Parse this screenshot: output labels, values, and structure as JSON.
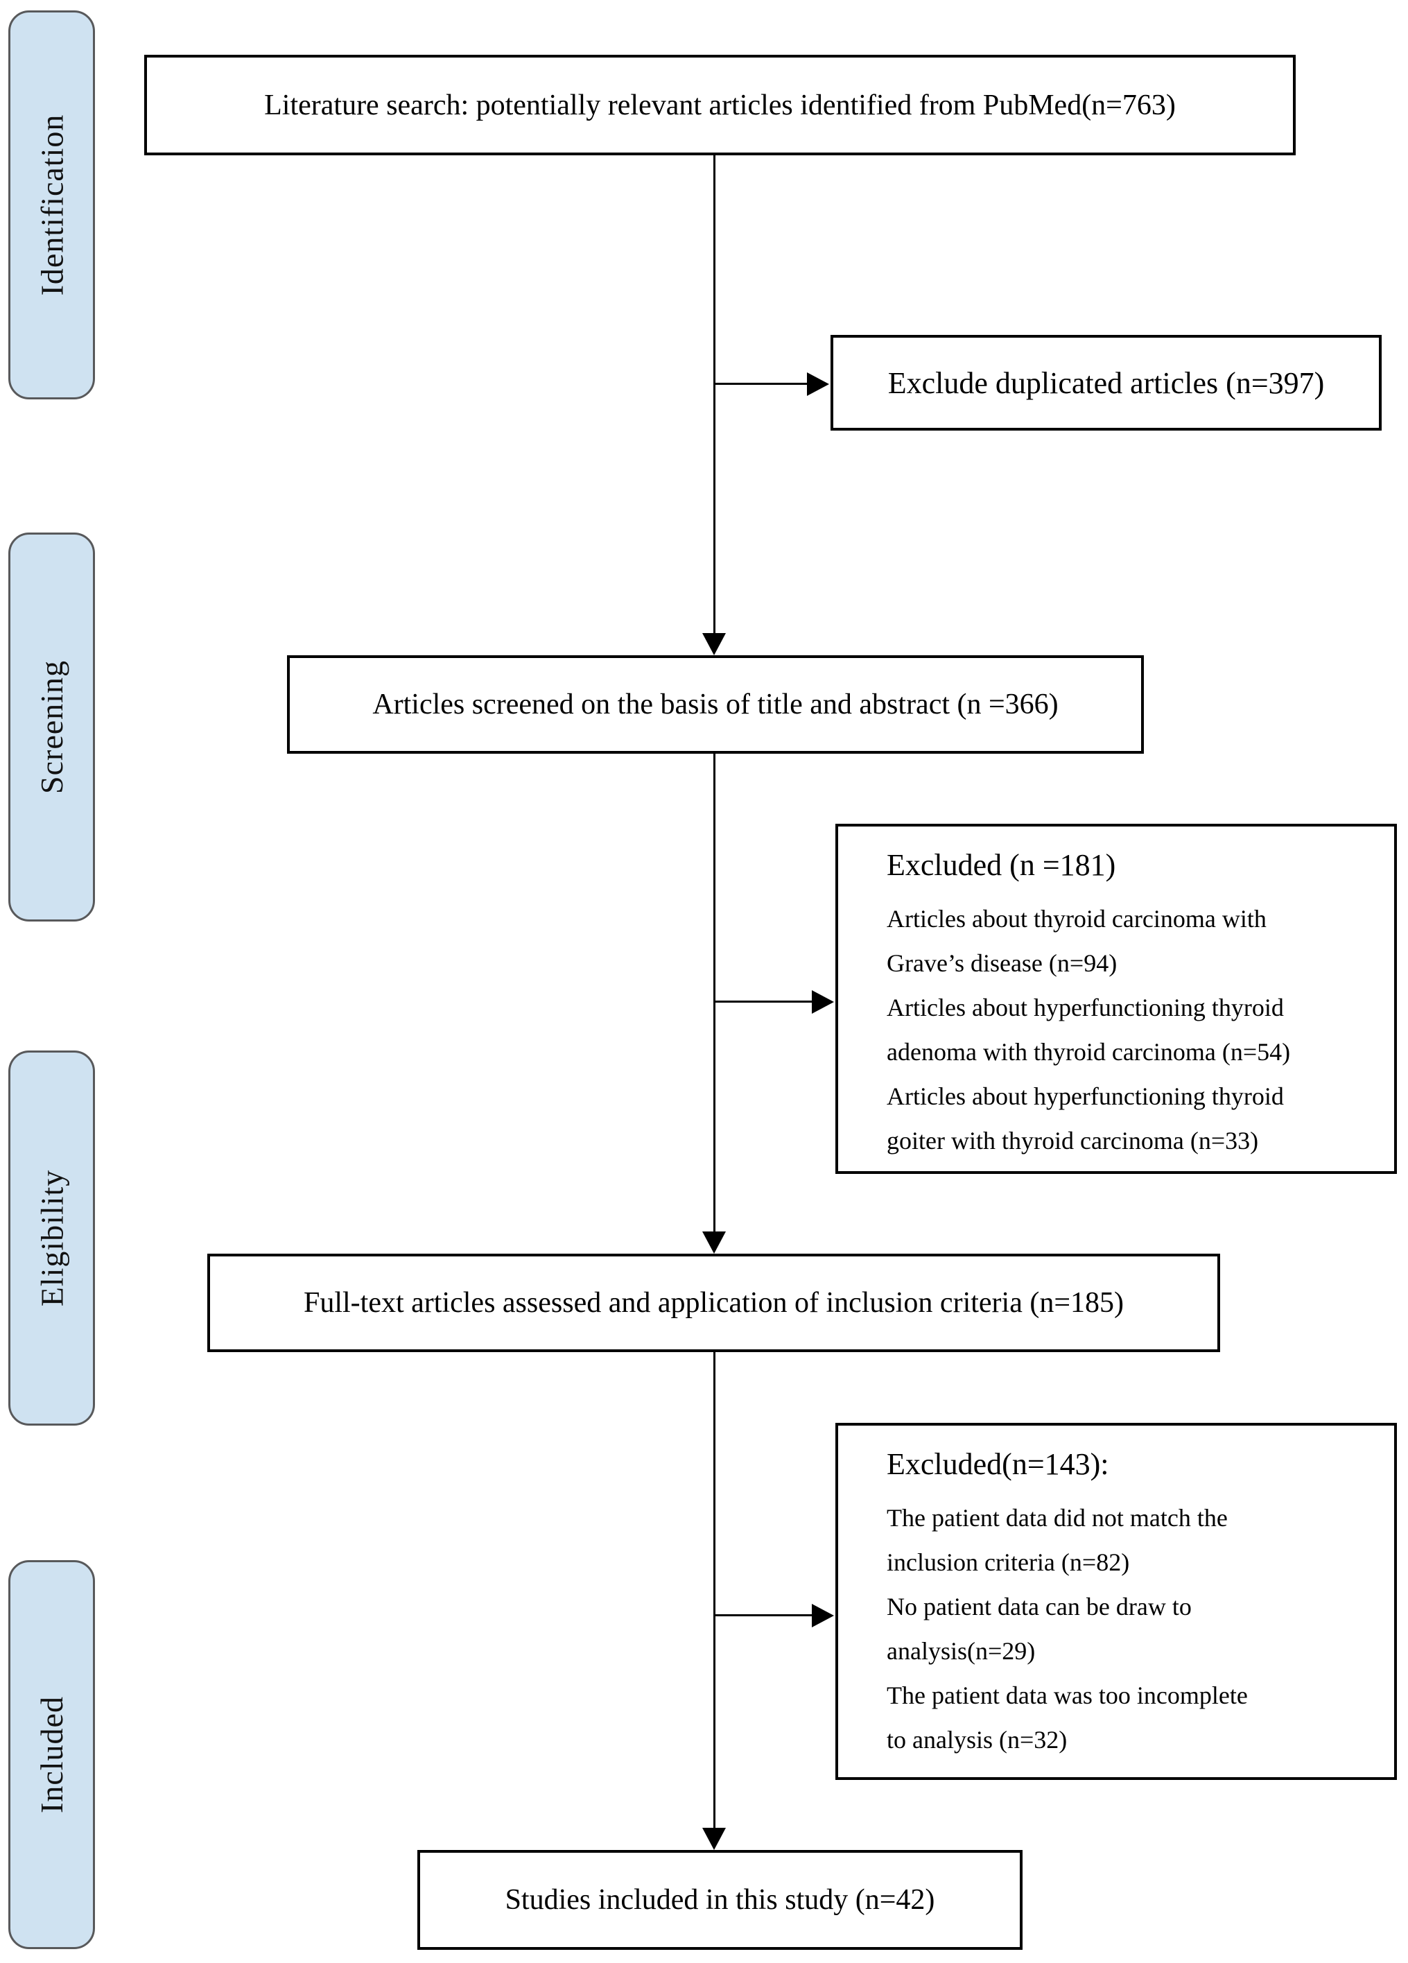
{
  "figure": {
    "type": "prisma-flow-diagram",
    "stages": [
      {
        "label": "Identification"
      },
      {
        "label": "Screening"
      },
      {
        "label": "Eligibility"
      },
      {
        "label": "Included"
      }
    ],
    "boxes": {
      "literature_search": "Literature search: potentially relevant articles identified from PubMed(n=763)",
      "exclude_duplicates": "Exclude duplicated articles (n=397)",
      "screened": "Articles screened on the basis of title and abstract (n =366)",
      "excluded_screening": {
        "title": "Excluded (n =181)",
        "items": [
          "Articles about thyroid carcinoma with\nGrave’s disease (n=94)",
          "Articles about hyperfunctioning thyroid\nadenoma with thyroid carcinoma (n=54)",
          "Articles about hyperfunctioning thyroid\ngoiter with thyroid carcinoma (n=33)"
        ]
      },
      "full_text": "Full-text articles assessed and application of inclusion criteria (n=185)",
      "excluded_fulltext": {
        "title": "Excluded(n=143):",
        "items": [
          "The patient data did not match the\ninclusion criteria (n=82)",
          "No patient data can be draw to\nanalysis(n=29)",
          "The patient data was too incomplete\nto analysis (n=32)"
        ]
      },
      "included_studies": "Studies included in this study (n=42)"
    },
    "counts": {
      "identified": 763,
      "duplicates_excluded": 397,
      "screened": 366,
      "excluded_screening_total": 181,
      "excluded_graves": 94,
      "excluded_adenoma": 54,
      "excluded_goiter": 33,
      "full_text_assessed": 185,
      "excluded_fulltext_total": 143,
      "excluded_no_match": 82,
      "excluded_no_data": 29,
      "excluded_incomplete": 32,
      "included": 42
    },
    "colors": {
      "stage_fill": "#cfe2f1",
      "stage_border": "#58595b",
      "box_border": "#000000",
      "line": "#000000",
      "background": "#ffffff"
    }
  }
}
